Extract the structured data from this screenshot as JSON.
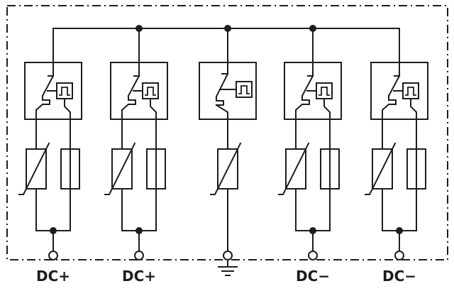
{
  "diagram": {
    "type": "circuit-schematic",
    "description": "Basic circuit diagram of a multipole DC surge protective device with dashed enclosure boundary, five protection paths, disconnector boxes with status indicators, varistors and fuses",
    "colors": {
      "line": "#1d1d1b",
      "background": "#ffffff"
    },
    "terminals": [
      {
        "label": "DC+",
        "type": "dc-plus"
      },
      {
        "label": "DC+",
        "type": "dc-plus"
      },
      {
        "label": "",
        "type": "earth",
        "icon": "earth-icon"
      },
      {
        "label": "DC−",
        "type": "dc-minus"
      },
      {
        "label": "DC−",
        "type": "dc-minus"
      }
    ],
    "branches": [
      {
        "protection": "thermal-disconnector-with-status-indicator",
        "elements": [
          "varistor",
          "fuse"
        ],
        "terminal": "DC+"
      },
      {
        "protection": "thermal-disconnector-with-status-indicator",
        "elements": [
          "varistor",
          "fuse"
        ],
        "terminal": "DC+"
      },
      {
        "protection": "thermal-disconnector-with-status-indicator",
        "elements": [
          "varistor"
        ],
        "terminal": "earth"
      },
      {
        "protection": "thermal-disconnector-with-status-indicator",
        "elements": [
          "varistor",
          "fuse"
        ],
        "terminal": "DC−"
      },
      {
        "protection": "thermal-disconnector-with-status-indicator",
        "elements": [
          "varistor",
          "fuse"
        ],
        "terminal": "DC−"
      }
    ]
  }
}
